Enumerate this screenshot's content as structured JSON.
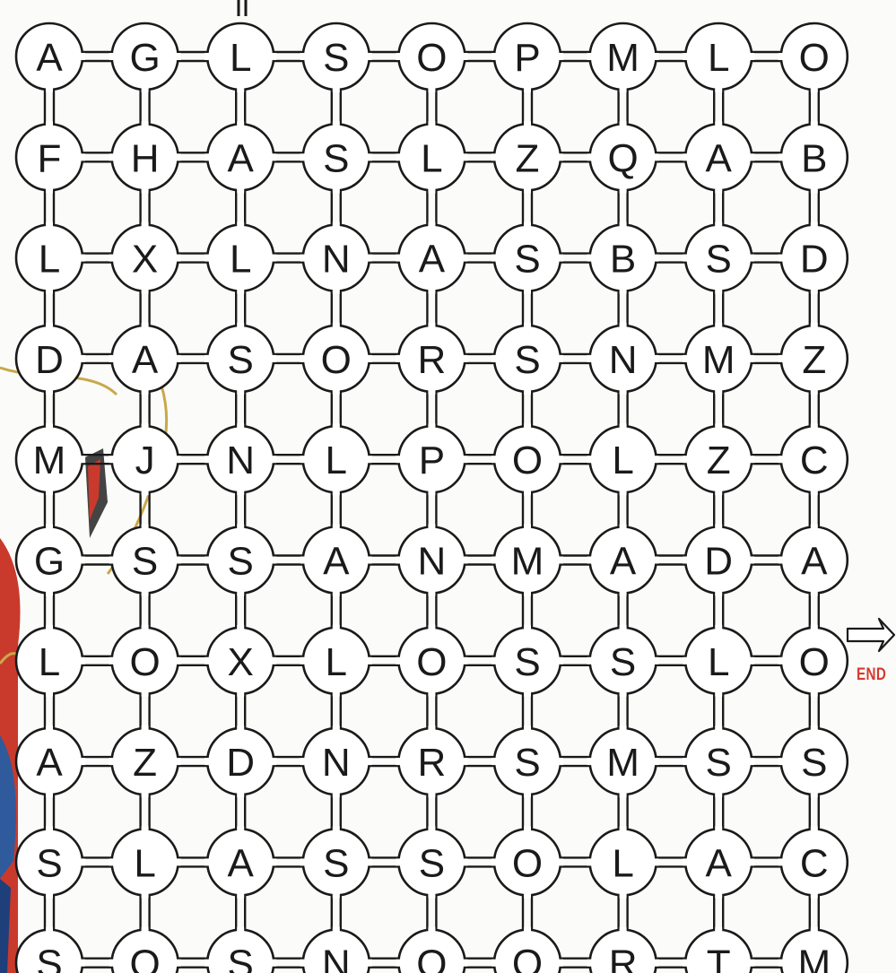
{
  "maze": {
    "rows": [
      [
        "A",
        "G",
        "L",
        "S",
        "O",
        "P",
        "M",
        "L",
        "O"
      ],
      [
        "F",
        "H",
        "A",
        "S",
        "L",
        "Z",
        "Q",
        "A",
        "B"
      ],
      [
        "L",
        "X",
        "L",
        "N",
        "A",
        "S",
        "B",
        "S",
        "D"
      ],
      [
        "D",
        "A",
        "S",
        "O",
        "R",
        "S",
        "N",
        "M",
        "Z"
      ],
      [
        "M",
        "J",
        "N",
        "L",
        "P",
        "O",
        "L",
        "Z",
        "C"
      ],
      [
        "G",
        "S",
        "S",
        "A",
        "N",
        "M",
        "A",
        "D",
        "A"
      ],
      [
        "L",
        "O",
        "X",
        "L",
        "O",
        "S",
        "S",
        "L",
        "O"
      ],
      [
        "A",
        "Z",
        "D",
        "N",
        "R",
        "S",
        "M",
        "S",
        "S"
      ],
      [
        "S",
        "L",
        "A",
        "S",
        "S",
        "O",
        "L",
        "A",
        "C"
      ],
      [
        "S",
        "O",
        "S",
        "N",
        "O",
        "Q",
        "R",
        "T",
        "M"
      ]
    ],
    "end_label": "END",
    "colors": {
      "line": "#1a1a1a",
      "cell_fill": "#ffffff",
      "end_label": "#d63a2e"
    }
  }
}
